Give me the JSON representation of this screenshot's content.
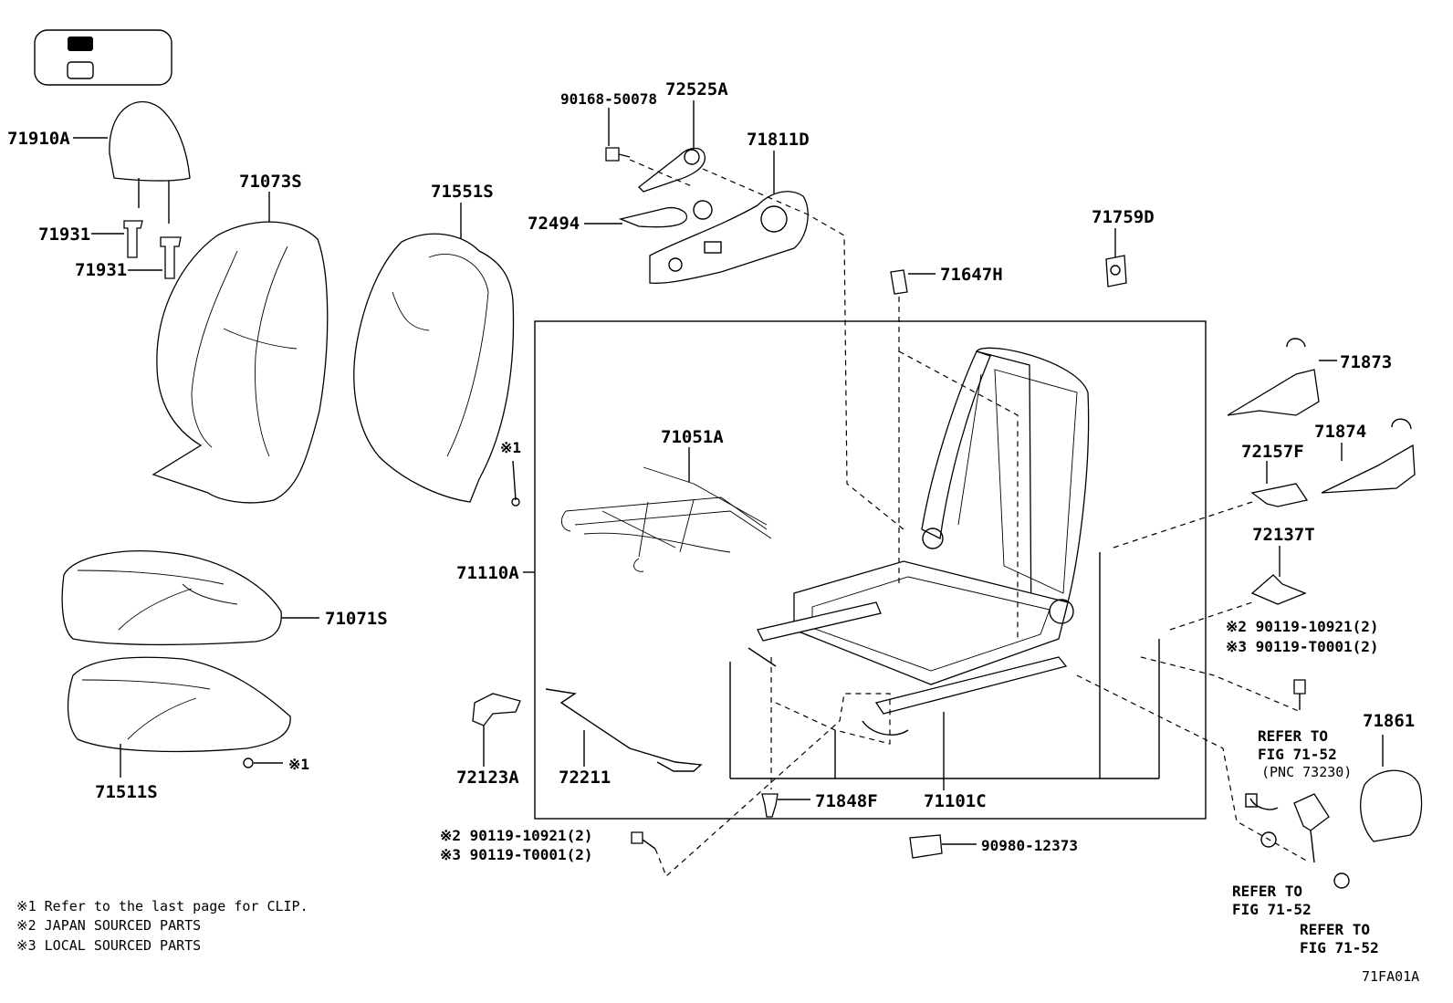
{
  "parts": {
    "p71910A": "71910A",
    "p71931a": "71931",
    "p71931b": "71931",
    "p71073S": "71073S",
    "p71551S": "71551S",
    "p90168": "90168-50078",
    "p72525A": "72525A",
    "p71811D": "71811D",
    "p72494": "72494",
    "p71759D": "71759D",
    "p71647H": "71647H",
    "p71873": "71873",
    "p71874": "71874",
    "p72157F": "72157F",
    "p72137T": "72137T",
    "p71051A": "71051A",
    "p71110A": "71110A",
    "p71071S": "71071S",
    "p71511S": "71511S",
    "p72123A": "72123A",
    "p72211": "72211",
    "p71848F": "71848F",
    "p71101C": "71101C",
    "p90980": "90980-12373",
    "p71861": "71861"
  },
  "marks": {
    "m1": "※1",
    "m1b": "※1"
  },
  "bolts_right": {
    "l1": "※2 90119-10921(2)",
    "l2": "※3 90119-T0001(2)"
  },
  "bolts_left": {
    "l1": "※2 90119-10921(2)",
    "l2": "※3 90119-T0001(2)"
  },
  "refer": {
    "r1a": "REFER TO",
    "r1b": "FIG 71-52",
    "r1c": "(PNC 73230)",
    "r2a": "REFER TO",
    "r2b": "FIG 71-52",
    "r3a": "REFER TO",
    "r3b": "FIG 71-52"
  },
  "legend": {
    "n1": "※1  Refer to the last page for CLIP.",
    "n2": "※2  JAPAN SOURCED PARTS",
    "n3": "※3  LOCAL SOURCED PARTS"
  },
  "figure_code": "71FA01A"
}
